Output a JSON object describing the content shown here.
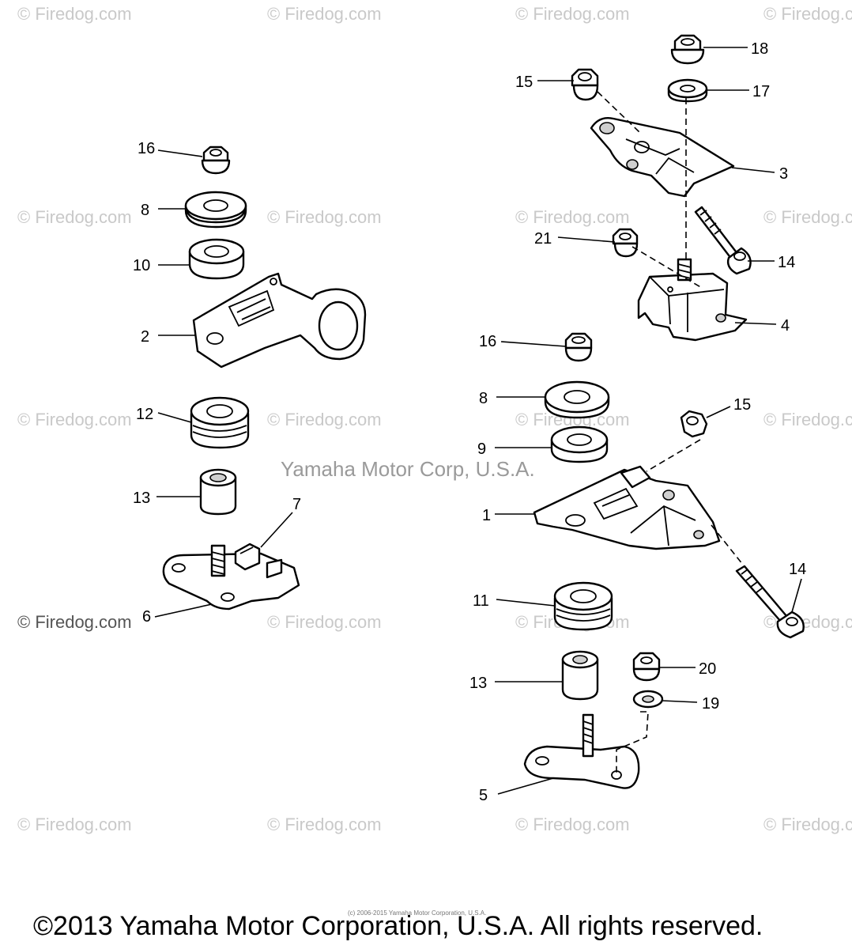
{
  "watermark_text": "© Firedog.com",
  "center_watermark": "Yamaha Motor Corp, U.S.A.",
  "fine_print": "(c) 2006-2015 Yamaha Motor Corporation, U.S.A.",
  "footer": "©2013 Yamaha Motor Corporation, U.S.A. All rights reserved.",
  "callouts": {
    "c1": "1",
    "c2": "2",
    "c3": "3",
    "c4": "4",
    "c5": "5",
    "c6": "6",
    "c7": "7",
    "c8a": "8",
    "c8b": "8",
    "c9": "9",
    "c10": "10",
    "c11": "11",
    "c12": "12",
    "c13a": "13",
    "c13b": "13",
    "c14a": "14",
    "c14b": "14",
    "c15a": "15",
    "c15b": "15",
    "c16a": "16",
    "c16b": "16",
    "c17": "17",
    "c18": "18",
    "c19": "19",
    "c20": "20",
    "c21": "21"
  }
}
